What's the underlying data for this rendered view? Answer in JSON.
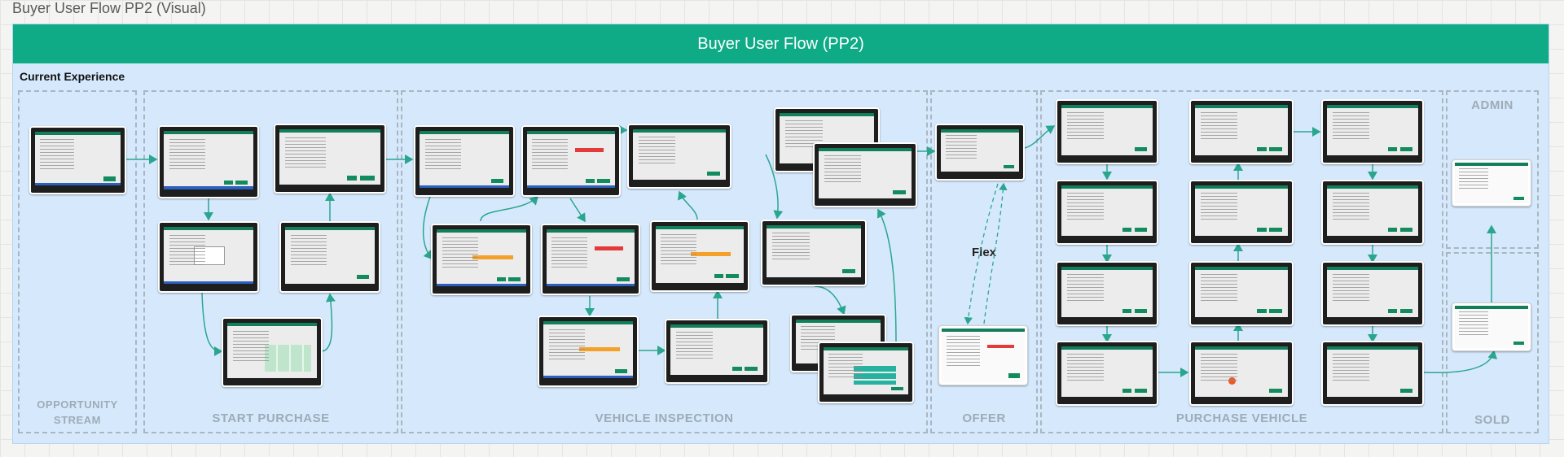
{
  "board_title": "Buyer User Flow PP2 (Visual)",
  "frame": {
    "title": "Buyer User Flow (PP2)",
    "subtitle": "Current Experience"
  },
  "sections": {
    "opportunity": "OPPORTUNITY STREAM",
    "start_purchase": "START PURCHASE",
    "vehicle_inspection": "VEHICLE INSPECTION",
    "offer": "OFFER",
    "purchase_vehicle": "PURCHASE VEHICLE",
    "admin": "ADMIN",
    "sold": "SOLD"
  },
  "flex_label": "Flex",
  "colors": {
    "header": "#0fab87",
    "frame_bg": "#d6e9fc",
    "connector": "#2aa68f",
    "section_label": "#9eabb7"
  }
}
